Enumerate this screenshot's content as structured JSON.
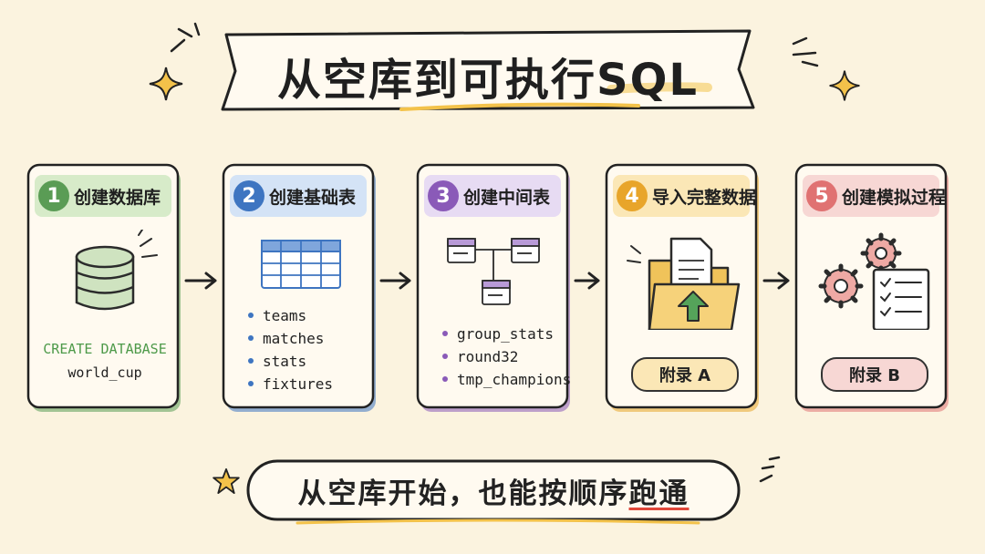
{
  "title": {
    "main": "从空库到可执行",
    "accent": "SQL"
  },
  "steps": [
    {
      "number": "1",
      "label": "创建数据库",
      "color": "#5a9c55",
      "header_bg": "#d7ebc9",
      "code_line1": "CREATE DATABASE",
      "code_line2": "world_cup",
      "icon": "database-icon"
    },
    {
      "number": "2",
      "label": "创建基础表",
      "color": "#3e75c1",
      "header_bg": "#d4e3f6",
      "items": [
        "teams",
        "matches",
        "stats",
        "fixtures"
      ],
      "icon": "table-icon"
    },
    {
      "number": "3",
      "label": "创建中间表",
      "color": "#8a5ab8",
      "header_bg": "#e7dbf3",
      "items": [
        "group_stats",
        "round32",
        "tmp_champions"
      ],
      "icon": "schema-diagram-icon"
    },
    {
      "number": "4",
      "label": "导入完整数据",
      "color": "#e8a52a",
      "header_bg": "#fbe7b6",
      "pill": "附录 A",
      "icon": "folder-import-icon"
    },
    {
      "number": "5",
      "label": "创建模拟过程",
      "color": "#e07272",
      "header_bg": "#f7d7d4",
      "pill": "附录 B",
      "icon": "gears-checklist-icon"
    }
  ],
  "footer": {
    "text_before": "从空库开始，也能按顺序",
    "text_highlight": "跑通"
  },
  "colors": {
    "background": "#fbf3df",
    "ink": "#1f1f1f",
    "highlight": "#f3c24a"
  }
}
